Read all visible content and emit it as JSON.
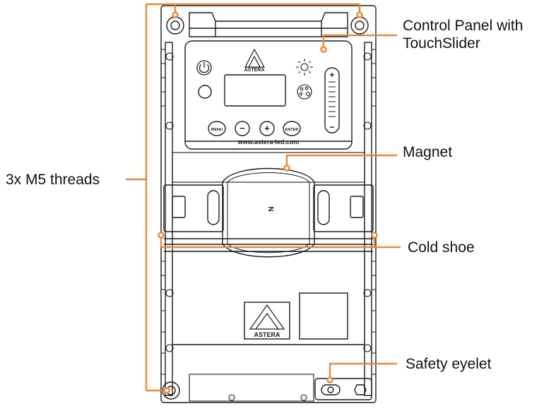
{
  "callouts": {
    "control_panel_line1": "Control Panel with",
    "control_panel_line2": "TouchSlider",
    "magnet": "Magnet",
    "m5_threads": "3x M5 threads",
    "cold_shoe": "Cold shoe",
    "safety_eyelet": "Safety eyelet"
  },
  "panel": {
    "logo_text": "ASTERA",
    "menu_label": "MENU",
    "minus_label": "−",
    "plus_label": "+",
    "enter_label": "ENTER",
    "slider_plus": "+",
    "slider_minus": "−",
    "url": "www.astera-led.com"
  },
  "body": {
    "magnet_mark": "N",
    "logo_text": "ASTERA"
  },
  "colors": {
    "callout": "#e8883a",
    "outline": "#1a1a1a",
    "fill": "#ffffff"
  }
}
